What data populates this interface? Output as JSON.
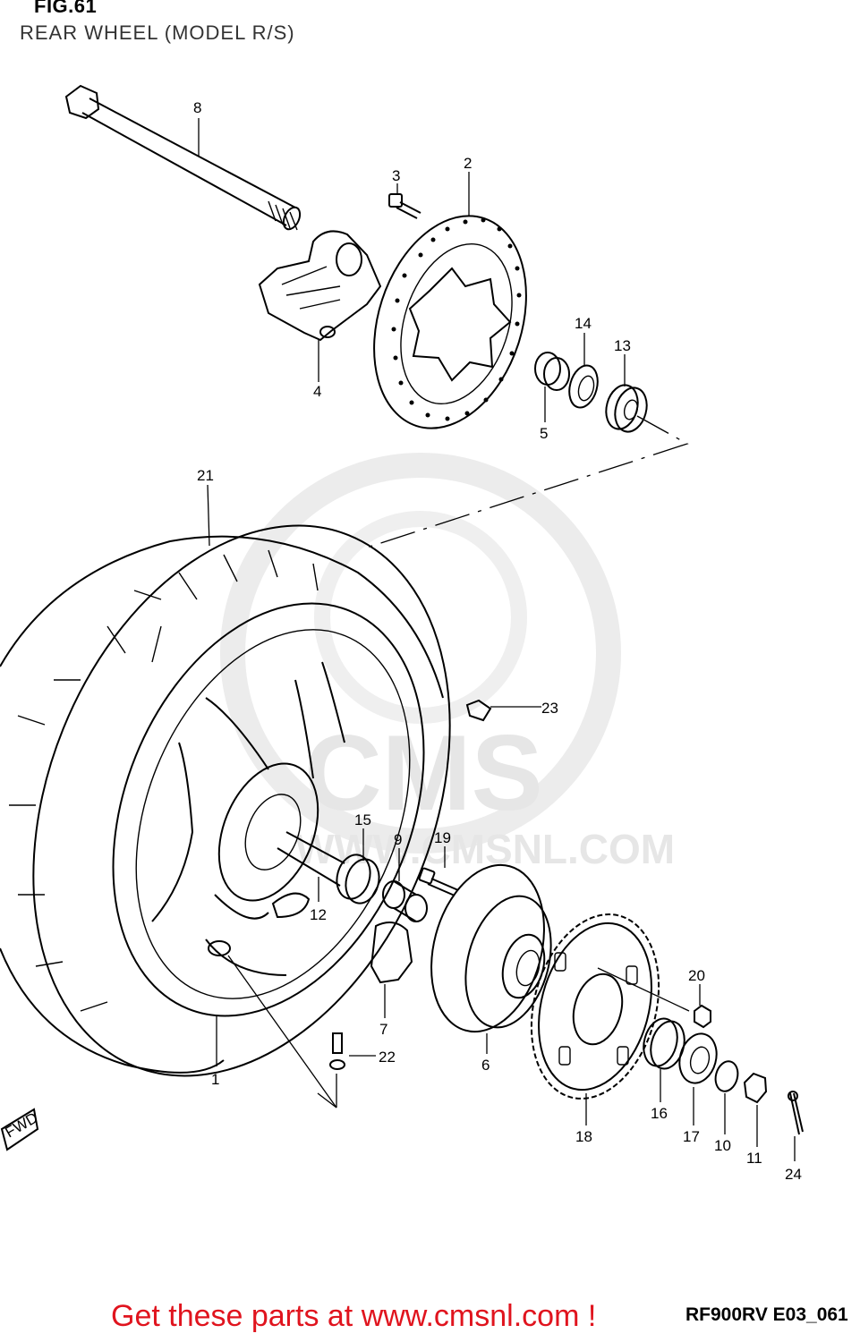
{
  "header": {
    "figure_label": "FIG.61",
    "title": "REAR WHEEL (MODEL R/S)"
  },
  "watermark": {
    "brand": "CMS",
    "url": "WWW.CMSNL.COM"
  },
  "footer": {
    "diagram_code": "RF900RV E03_061",
    "banner": "Get these parts at www.cmsnl.com !"
  },
  "colors": {
    "banner": "#e0141e",
    "watermark": "#e6e6e6"
  },
  "arrow_label": "FWD",
  "callouts": [
    "1",
    "2",
    "3",
    "4",
    "5",
    "6",
    "7",
    "8",
    "9",
    "10",
    "11",
    "12",
    "13",
    "14",
    "15",
    "16",
    "17",
    "18",
    "19",
    "20",
    "21",
    "22",
    "23",
    "24"
  ]
}
